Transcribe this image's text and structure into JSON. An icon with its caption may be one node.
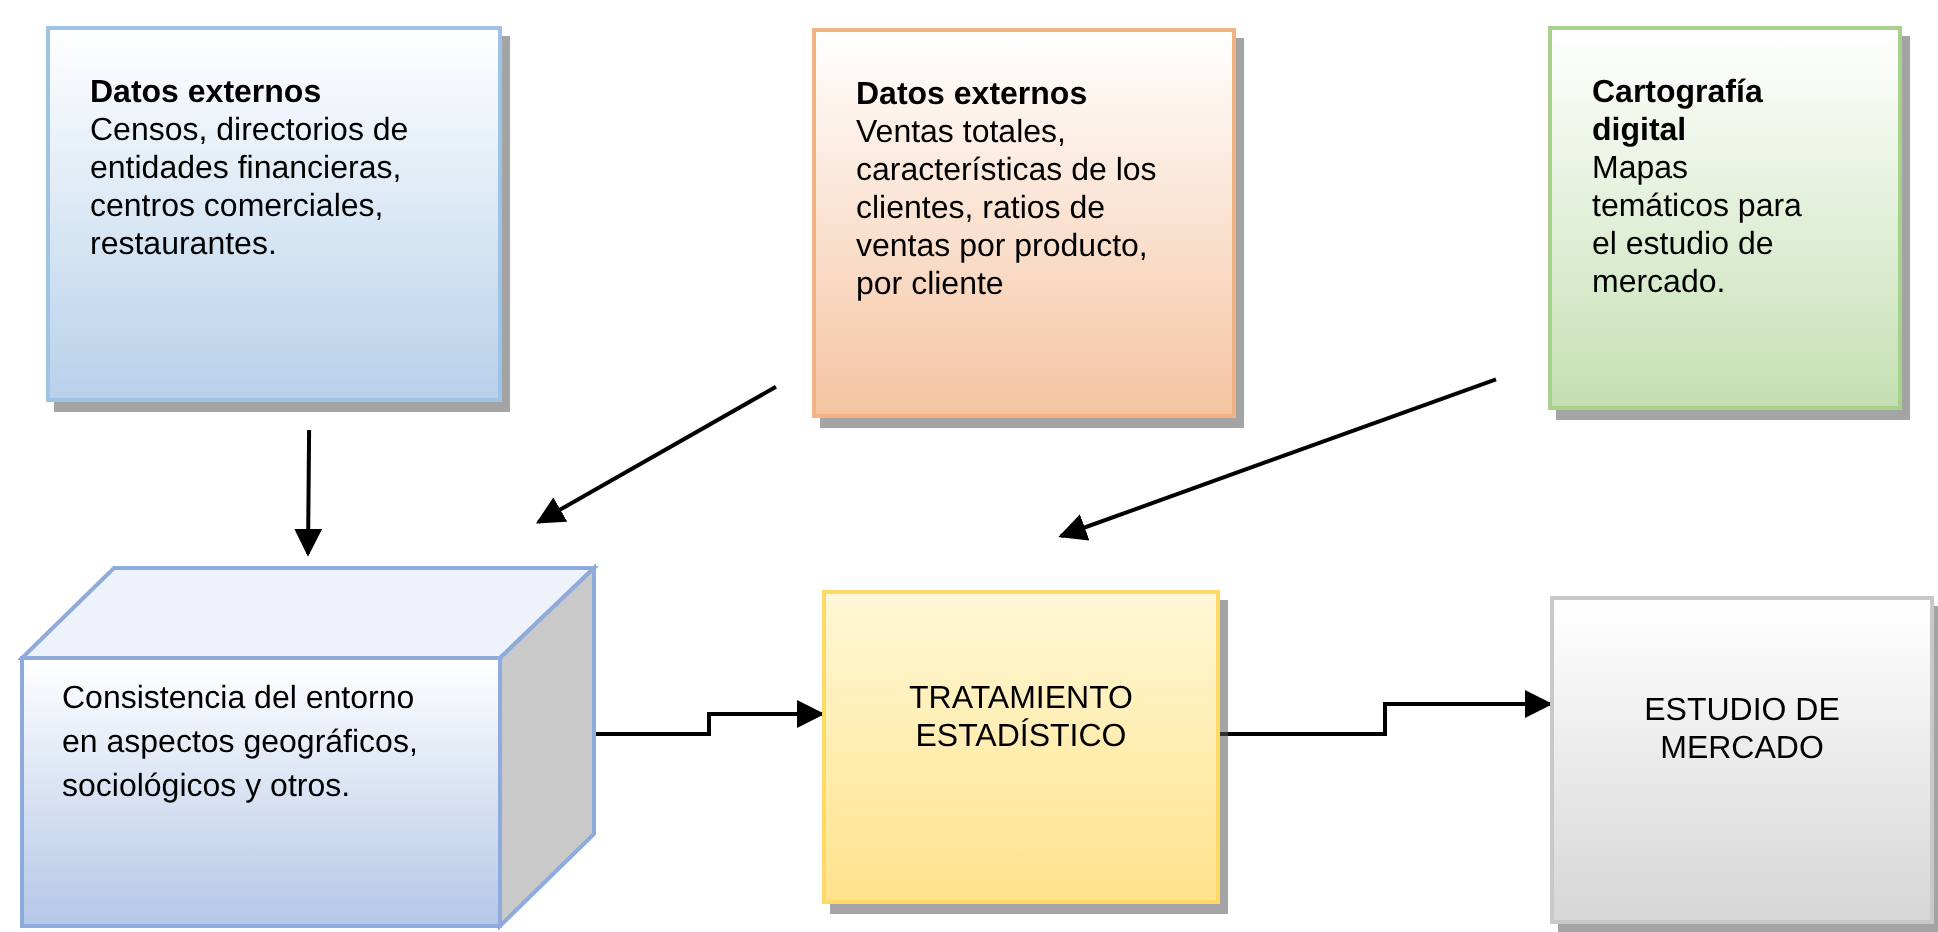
{
  "diagram": {
    "nodes": [
      {
        "text": [
          "Datos externos",
          "Censos, directorios de entidades financieras, centros comerciales, restaurantes."
        ]
      },
      {
        "text": [
          "Datos externos",
          "Ventas totales, características de los clientes, ratios de ventas por producto, por cliente"
        ]
      },
      {
        "text": [
          "Cartografía digital",
          "Mapas temáticos para el estudio de mercado."
        ]
      },
      {
        "text": [
          "Consistencia del entorno en aspectos geográficos, sociológicos y otros."
        ]
      },
      {
        "text": [
          "TRATAMIENTO ESTADÍSTICO"
        ]
      },
      {
        "text": [
          "ESTUDIO DE MERCADO"
        ]
      }
    ],
    "edges": [
      {
        "from": 0,
        "to": 3,
        "arrow": "to"
      },
      {
        "from": 1,
        "to": 3,
        "arrow": "to"
      },
      {
        "from": 2,
        "to": 4,
        "arrow": "to"
      },
      {
        "from": 3,
        "to": 4,
        "arrow": "to"
      },
      {
        "from": 4,
        "to": 5,
        "arrow": "to"
      }
    ]
  }
}
